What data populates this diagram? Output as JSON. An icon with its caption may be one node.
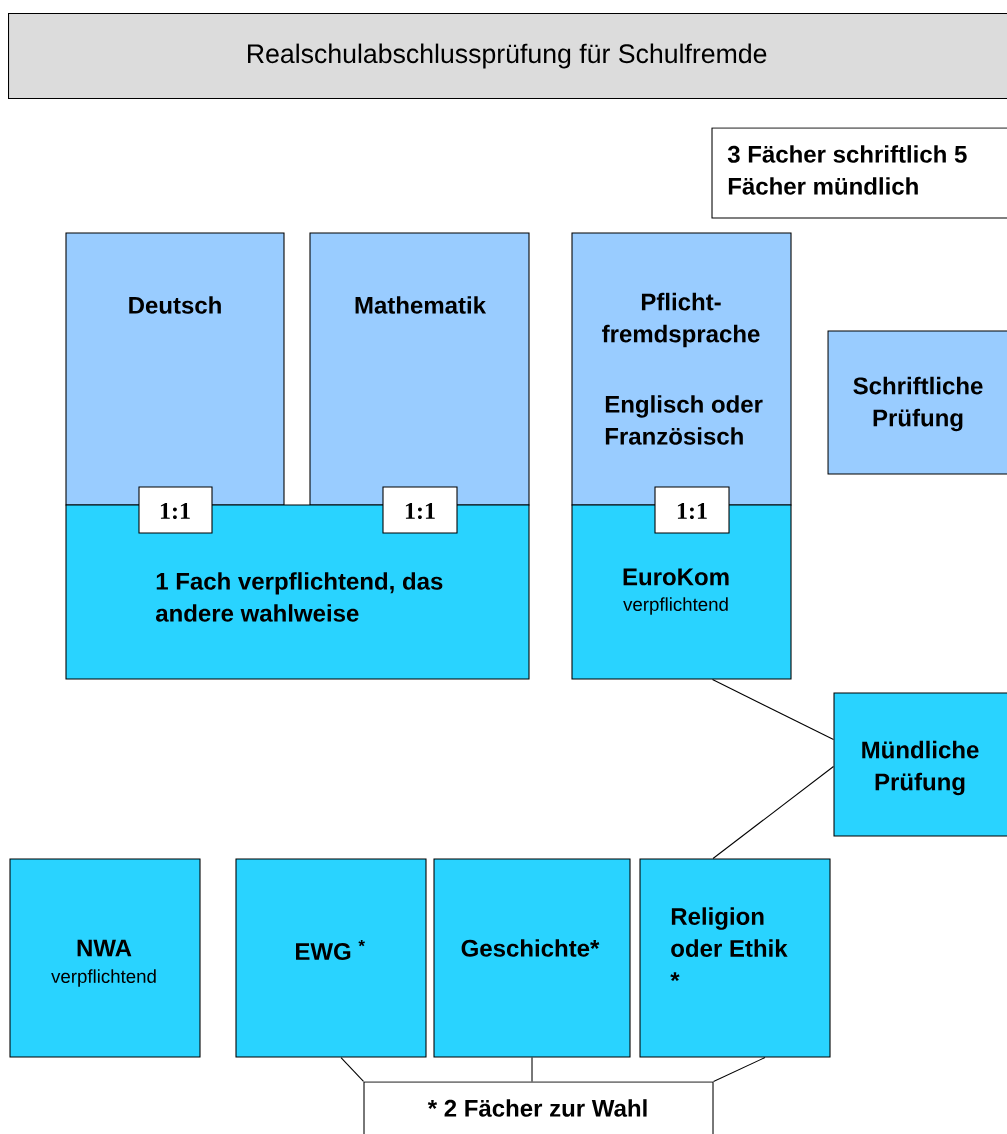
{
  "diagram": {
    "title": "Realschulabschlussprüfung für Schulfremde",
    "nodes": [
      {
        "text": [
          "3 Fächer schriftlich 5 Fächer mündlich"
        ]
      },
      {
        "text": [
          "Deutsch"
        ]
      },
      {
        "text": [
          "Mathematik"
        ]
      },
      {
        "text": [
          "Pflicht-fremdsprache",
          "Englisch oder Französisch"
        ]
      },
      {
        "text": [
          "Schriftliche Prüfung"
        ]
      },
      {
        "text": [
          "1:1"
        ]
      },
      {
        "text": [
          "1:1"
        ]
      },
      {
        "text": [
          "1:1"
        ]
      },
      {
        "text": [
          "1 Fach verpflichtend, das andere wahlweise"
        ]
      },
      {
        "text": [
          "EuroKom",
          "verpflichtend"
        ]
      },
      {
        "text": [
          "Mündliche Prüfung"
        ]
      },
      {
        "text": [
          "NWA",
          "verpflichtend"
        ]
      },
      {
        "text": [
          "EWG $^{*}$"
        ]
      },
      {
        "text": [
          "Geschichte*"
        ]
      },
      {
        "text": [
          "Religion oder Ethik *"
        ]
      },
      {
        "text": [
          "* 2 Fächer zur Wahl"
        ]
      }
    ],
    "edges": [
      {
        "from": 10,
        "to": 9,
        "arrow": "none"
      },
      {
        "from": 10,
        "to": 14,
        "arrow": "none"
      },
      {
        "from": 15,
        "to": 12,
        "arrow": "none"
      },
      {
        "from": 15,
        "to": 13,
        "arrow": "none"
      },
      {
        "from": 15,
        "to": 14,
        "arrow": "none"
      }
    ]
  }
}
